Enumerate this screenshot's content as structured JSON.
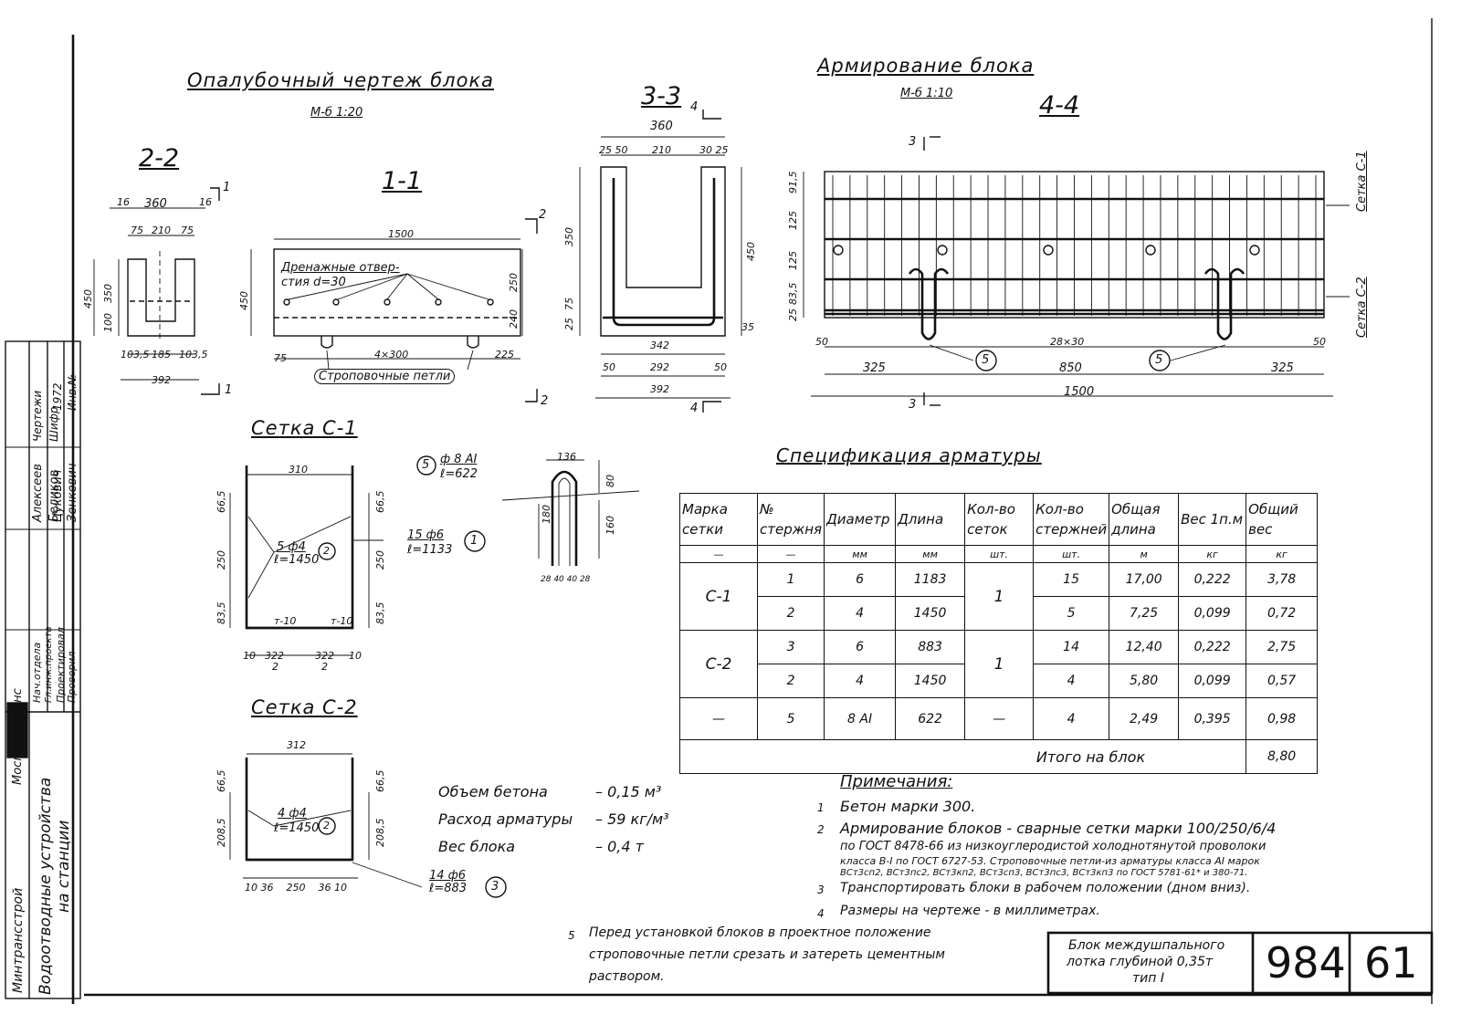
{
  "formwork": {
    "title": "Опалубочный чертеж блока",
    "scale": "М-б 1:20",
    "s22": {
      "label": "2-2",
      "d_top": "360",
      "d_16a": "16",
      "d_16b": "16",
      "d_75a": "75",
      "d_210": "210",
      "d_75b": "75",
      "d_450": "450",
      "d_350": "350",
      "d_100": "100",
      "d_1035a": "103,5",
      "d_185": "185",
      "d_1035b": "103,5",
      "d_392": "392",
      "mark1": "1"
    },
    "s11": {
      "label": "1-1",
      "d_1500": "1500",
      "drain": "Дренажные отвер-",
      "drain2": "стия d=30",
      "d_450": "450",
      "d_250": "250",
      "d_240": "240",
      "d_75": "75",
      "d_4x300": "4×300",
      "d_225": "225",
      "loops": "Строповочные петли",
      "mark2": "2"
    }
  },
  "s33": {
    "label": "3-3",
    "d_360": "360",
    "d_2550": "25 50",
    "d_210": "210",
    "d_3025": "30 25",
    "d_350": "350",
    "d_450": "450",
    "d_75": "75",
    "d_25": "25",
    "d_342": "342",
    "d_50a": "50",
    "d_292": "292",
    "d_50b": "50",
    "d_392": "392",
    "d_35": "35",
    "mark4": "4"
  },
  "reinf": {
    "title": "Армирование блока",
    "scale": "М-б 1:10",
    "label": "4-4",
    "mark3": "3",
    "d_915": "91,5",
    "d_125a": "125",
    "d_125b": "125",
    "d_835": "83,5",
    "d_25": "25",
    "d_50a": "50",
    "d_28x30": "28×30",
    "d_50b": "50",
    "d_325a": "325",
    "d_850": "850",
    "d_325b": "325",
    "d_1500": "1500",
    "setka_c1": "Сетка С-1",
    "setka_c2": "Сетка С-2",
    "callout": "5"
  },
  "c1": {
    "title": "Сетка С-1",
    "d_310": "310",
    "d_665a": "66,5",
    "d_665b": "66,5",
    "d_250a": "250",
    "d_250b": "250",
    "d_835a": "83,5",
    "d_835b": "83,5",
    "d_322a": "322",
    "d_322b": "322",
    "n2a": "2",
    "n2b": "2",
    "bars_a": "5 ф4",
    "bars_b": "ℓ=1450",
    "c_num": "2",
    "bars2_a": "15   ф6",
    "bars2_b": "ℓ=1133",
    "c2_num": "1",
    "t10a": "т-10",
    "t10b": "т-10",
    "d10a": "10",
    "d10b": "10"
  },
  "loop": {
    "num": "5",
    "spec_a": "ф 8 АI",
    "spec_b": "ℓ=622",
    "d_136": "136",
    "d_80": "80",
    "d_180a": "180",
    "d_160": "160",
    "d_bot": "28 40 40 28"
  },
  "c2": {
    "title": "Сетка С-2",
    "d_312": "312",
    "d_665a": "66,5",
    "d_665b": "66,5",
    "d_2085a": "208,5",
    "d_2085b": "208,5",
    "bars_a": "4 ф4",
    "bars_b": "ℓ=1450",
    "c_num": "2",
    "bars2_a": "14   ф6",
    "bars2_b": "ℓ=883",
    "c2_num": "3",
    "d_bot": "10 36    250    36 10"
  },
  "summary": [
    {
      "label": "Объем бетона",
      "value": "–  0,15 м³"
    },
    {
      "label": "Расход арматуры",
      "value": "–  59 кг/м³"
    },
    {
      "label": "Вес блока",
      "value": "–  0,4 т"
    }
  ],
  "spec": {
    "title": "Спецификация арматуры",
    "headers": [
      "Марка сетки",
      "№ стержня",
      "Диаметр",
      "Длина",
      "Кол-во сеток",
      "Кол-во стержней",
      "Общая длина",
      "Вес 1п.м",
      "Общий вес"
    ],
    "units": [
      "—",
      "—",
      "мм",
      "мм",
      "шт.",
      "шт.",
      "м",
      "кг",
      "кг"
    ],
    "rows": [
      {
        "mark": "С-1",
        "n": "1",
        "d": "6",
        "l": "1183",
        "cnt": "1",
        "bars": "15",
        "tot": "17,00",
        "w": "0,222",
        "tw": "3,78"
      },
      {
        "n": "2",
        "d": "4",
        "l": "1450",
        "bars": "5",
        "tot": "7,25",
        "w": "0,099",
        "tw": "0,72"
      },
      {
        "mark": "С-2",
        "n": "3",
        "d": "6",
        "l": "883",
        "cnt": "1",
        "bars": "14",
        "tot": "12,40",
        "w": "0,222",
        "tw": "2,75"
      },
      {
        "n": "2",
        "d": "4",
        "l": "1450",
        "bars": "4",
        "tot": "5,80",
        "w": "0,099",
        "tw": "0,57"
      },
      {
        "mark": "—",
        "n": "5",
        "d": "8 АI",
        "l": "622",
        "cnt": "—",
        "bars": "4",
        "tot": "2,49",
        "w": "0,395",
        "tw": "0,98"
      }
    ],
    "total_label": "Итого на блок",
    "total": "8,80"
  },
  "notes": {
    "title": "Примечания:",
    "items": [
      {
        "n": "1",
        "t": "Бетон марки 300."
      },
      {
        "n": "2",
        "t": "Армирование блоков - сварные сетки марки 100/250/6/4"
      },
      {
        "n": "",
        "t": "по ГОСТ 8478-66 из низкоуглеродистой холоднотянутой проволоки"
      },
      {
        "n": "",
        "t": "класса В-I по ГОСТ 6727-53. Строповочные петли-из арматуры класса АI марок"
      },
      {
        "n": "",
        "t": "ВСт3сп2, ВСт3пс2, ВСт3кп2, ВСт3сп3, ВСт3пс3, ВСт3кп3 по ГОСТ 5781-61* и 380-71."
      },
      {
        "n": "3",
        "t": "Транспортировать блоки в рабочем положении (дном вниз)."
      },
      {
        "n": "4",
        "t": "Размеры на чертеже - в миллиметрах."
      }
    ],
    "n5": "5",
    "note5": [
      "Перед установкой блоков в проектное положение",
      "строповочные петли срезать и затереть цементным",
      "раствором."
    ]
  },
  "titleblock": {
    "name": [
      "Блок междушпального",
      "лотка глубиной 0,35т",
      "тип I"
    ],
    "code": "984",
    "sheet": "61"
  },
  "stamp": {
    "org1": "Минтрансстрой",
    "org2": "Мосгипротранс",
    "project": "Водоотводные устройства",
    "project2": "на станции",
    "roles": [
      "Нач.отдела",
      "Гл.инж.проекта",
      "Проектировал",
      "Проверил"
    ],
    "names": [
      "Алексеев",
      "Беликов",
      "Цукович",
      "Зенкевич"
    ],
    "info": [
      "Чертежи",
      "Шифр",
      "1972",
      "Инв.№"
    ]
  }
}
